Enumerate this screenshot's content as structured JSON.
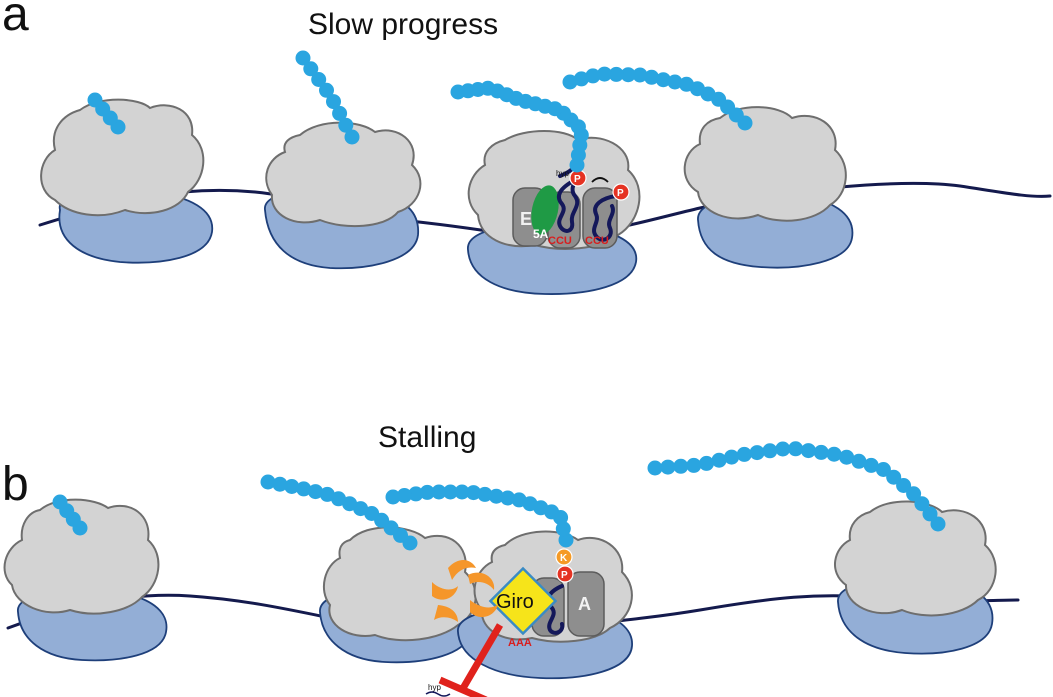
{
  "panels": [
    {
      "letter": "a",
      "title": "Slow progress"
    },
    {
      "letter": "b",
      "title": "Stalling"
    }
  ],
  "labels": {
    "e_site": "E",
    "a_site": "A",
    "factor": "5A",
    "codon": "CCU",
    "codon_b": "AAA",
    "phospho": "P",
    "lysine": "K",
    "hyp": "hyp",
    "drug": "Giro"
  },
  "colors": {
    "peptide": "#2aa5e0",
    "large_subunit": "#d3d3d3",
    "small_subunit": "#93aed6",
    "mrna": "#141a4d",
    "eif5a": "#1f9a45",
    "inhibitor": "#e0221c",
    "drug_box": "#f6e41a"
  }
}
